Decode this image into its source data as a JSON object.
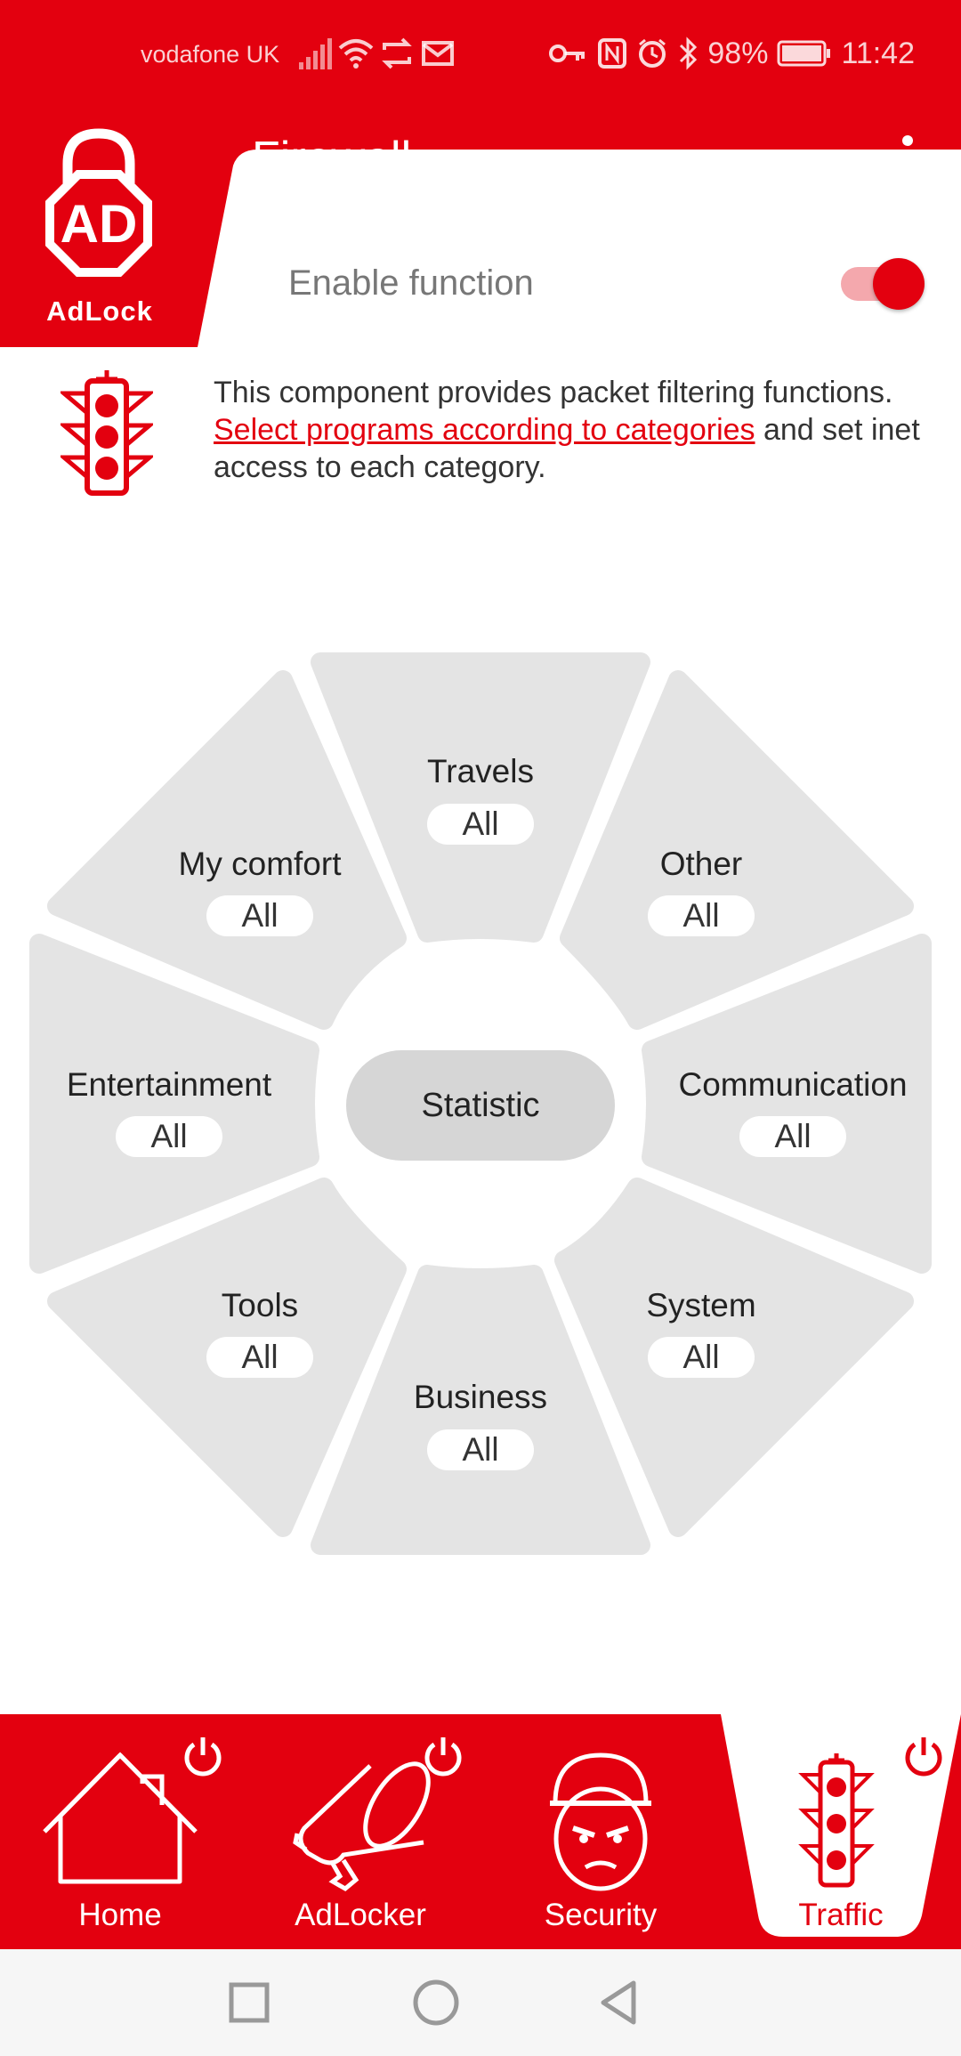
{
  "status_bar": {
    "carrier": "vodafone UK",
    "battery": "98%",
    "time": "11:42"
  },
  "header": {
    "title": "Firewall",
    "logo_text": "AdLock",
    "enable_label": "Enable function",
    "enable_on": true
  },
  "description": {
    "text_before": "This component provides packet filtering functions. ",
    "link_text": "Select programs according to categories",
    "text_after": " and set inet access to each category."
  },
  "categories": [
    {
      "name": "Travels",
      "value": "All"
    },
    {
      "name": "Other",
      "value": "All"
    },
    {
      "name": "Communication",
      "value": "All"
    },
    {
      "name": "System",
      "value": "All"
    },
    {
      "name": "Business",
      "value": "All"
    },
    {
      "name": "Tools",
      "value": "All"
    },
    {
      "name": "Entertainment",
      "value": "All"
    },
    {
      "name": "My comfort",
      "value": "All"
    }
  ],
  "center_button": "Statistic",
  "bottom_nav": [
    {
      "label": "Home",
      "icon": "home-icon"
    },
    {
      "label": "AdLocker",
      "icon": "megaphone-icon"
    },
    {
      "label": "Security",
      "icon": "spy-icon"
    },
    {
      "label": "Traffic",
      "icon": "traffic-light-icon",
      "active": true
    }
  ],
  "colors": {
    "accent": "#e3000f",
    "segment": "#e4e4e4",
    "center": "#d6d6d6"
  }
}
